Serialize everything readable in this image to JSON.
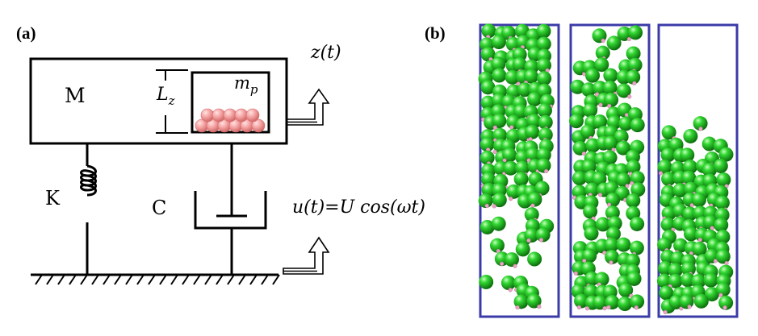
{
  "panel_a": {
    "label": "(a)",
    "mass_label": "M",
    "length_label": "L",
    "length_sub": "z",
    "particle_mass_label": "m",
    "particle_mass_sub": "p",
    "spring_label": "K",
    "damper_label": "C",
    "response_label": "z(t)",
    "excitation_label": "u(t)=U cos(ωt)",
    "colors": {
      "line": "#000000",
      "particle_fill": "#f4a6a6",
      "particle_stroke": "#d66a6a"
    }
  },
  "panel_b": {
    "label": "(b)",
    "frames": [
      {
        "name": "frame-1-dispersed"
      },
      {
        "name": "frame-2-intermediate"
      },
      {
        "name": "frame-3-settled"
      }
    ],
    "colors": {
      "frame_border": "#3b3ba8",
      "sphere_fill": "#2fd22f",
      "sphere_shade": "#0a7d0a",
      "sphere_highlight": "#b6ffb0",
      "atom_pink": "#e8a4c4"
    }
  }
}
